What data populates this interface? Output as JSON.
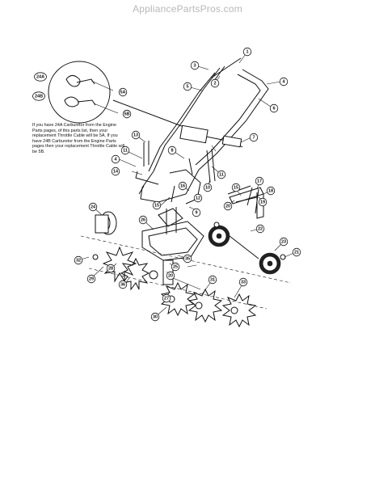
{
  "watermark": "AppliancePartsPros.com",
  "note": "If you have 24A Carburetor from the Engine Parts pages, of this parts list, then your replacement Throttle Cable will be 5A. If you have 24B Carburetor from the Engine Parts pages then your replacement Throttle Cable will be 5B.",
  "callouts": [
    {
      "id": "c1",
      "label": "1"
    },
    {
      "id": "c2",
      "label": "2"
    },
    {
      "id": "c3",
      "label": "3"
    },
    {
      "id": "c4a",
      "label": "4"
    },
    {
      "id": "c4b",
      "label": "4"
    },
    {
      "id": "c5",
      "label": "5"
    },
    {
      "id": "c6",
      "label": "6"
    },
    {
      "id": "c7",
      "label": "7"
    },
    {
      "id": "c8",
      "label": "8"
    },
    {
      "id": "c9",
      "label": "9"
    },
    {
      "id": "c10",
      "label": "10"
    },
    {
      "id": "c11a",
      "label": "11"
    },
    {
      "id": "c11b",
      "label": "11"
    },
    {
      "id": "c12",
      "label": "12"
    },
    {
      "id": "c13",
      "label": "13"
    },
    {
      "id": "c14",
      "label": "14"
    },
    {
      "id": "c15a",
      "label": "15"
    },
    {
      "id": "c15b",
      "label": "15"
    },
    {
      "id": "c16",
      "label": "16"
    },
    {
      "id": "c17",
      "label": "17"
    },
    {
      "id": "c18",
      "label": "18"
    },
    {
      "id": "c19",
      "label": "19"
    },
    {
      "id": "c20a",
      "label": "20"
    },
    {
      "id": "c20b",
      "label": "20"
    },
    {
      "id": "c21",
      "label": "21"
    },
    {
      "id": "c22",
      "label": "22"
    },
    {
      "id": "c23",
      "label": "23"
    },
    {
      "id": "c24",
      "label": "24"
    },
    {
      "id": "c25",
      "label": "25"
    },
    {
      "id": "c26",
      "label": "26"
    },
    {
      "id": "c27",
      "label": "27"
    },
    {
      "id": "c28",
      "label": "28"
    },
    {
      "id": "c29",
      "label": "29"
    },
    {
      "id": "c30",
      "label": "30"
    },
    {
      "id": "c31",
      "label": "31"
    },
    {
      "id": "c32",
      "label": "32"
    },
    {
      "id": "c33",
      "label": "33"
    },
    {
      "id": "c35",
      "label": "35"
    },
    {
      "id": "c36",
      "label": "36"
    },
    {
      "id": "c24A",
      "label": "24A"
    },
    {
      "id": "c24B",
      "label": "24B"
    },
    {
      "id": "c5A",
      "label": "5A"
    },
    {
      "id": "c5B",
      "label": "5B"
    }
  ]
}
